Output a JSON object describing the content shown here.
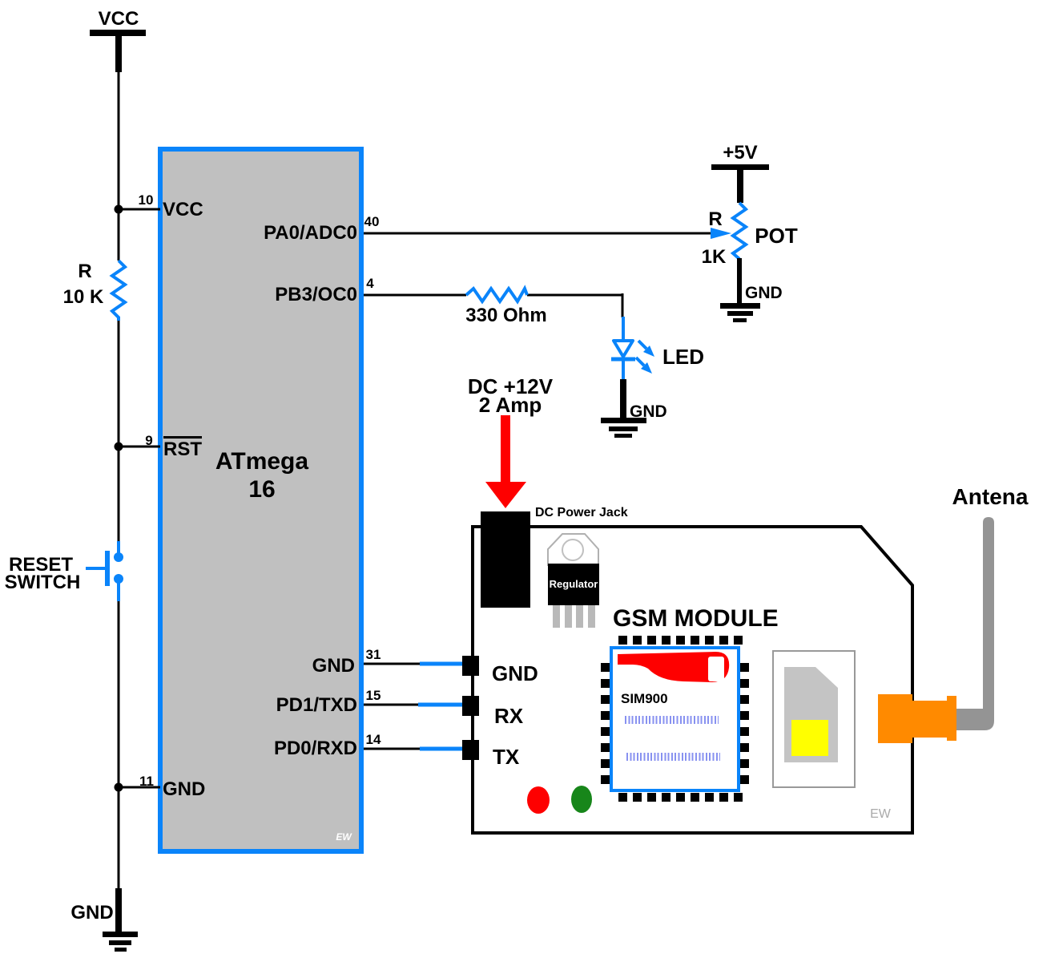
{
  "colors": {
    "wire_black": "#000000",
    "wire_blue": "#0a84fa",
    "red": "#fe0000",
    "green": "#17861a",
    "orange": "#ff8a00",
    "mcu_gray": "#c0c0c0",
    "antenna_gray": "#949494",
    "sim_gray": "#c4c4c4",
    "yellow": "#ffff00"
  },
  "left_rail": {
    "vcc_label": "VCC",
    "resistor_ref": "R",
    "resistor_value": "10 K",
    "reset_line1": "RESET",
    "reset_line2": "SWITCH",
    "gnd_label": "GND"
  },
  "mcu": {
    "name_line1": "ATmega",
    "name_line2": "16",
    "watermark": "EW",
    "pins": {
      "vcc": {
        "num": "10",
        "label": "VCC"
      },
      "pa0": {
        "num": "40",
        "label": "PA0/ADC0"
      },
      "pb3": {
        "num": "4",
        "label": "PB3/OC0"
      },
      "rst": {
        "num": "9",
        "label": "RST"
      },
      "gnd31": {
        "num": "31",
        "label": "GND"
      },
      "pd1": {
        "num": "15",
        "label": "PD1/TXD"
      },
      "pd0": {
        "num": "14",
        "label": "PD0/RXD"
      },
      "gnd11": {
        "num": "11",
        "label": "GND"
      }
    }
  },
  "pot_circuit": {
    "supply": "+5V",
    "ref": "R",
    "value": "1K",
    "name": "POT",
    "gnd": "GND"
  },
  "led_circuit": {
    "resistor": "330 Ohm",
    "name": "LED",
    "gnd": "GND"
  },
  "power_input": {
    "line1": "DC +12V",
    "line2": "2 Amp",
    "jack_label": "DC Power Jack"
  },
  "gsm": {
    "title": "GSM MODULE",
    "regulator": "Regulator",
    "chip": "SIM900",
    "pin_gnd": "GND",
    "pin_rx": "RX",
    "pin_tx": "TX",
    "watermark": "EW",
    "antenna": "Antena"
  }
}
